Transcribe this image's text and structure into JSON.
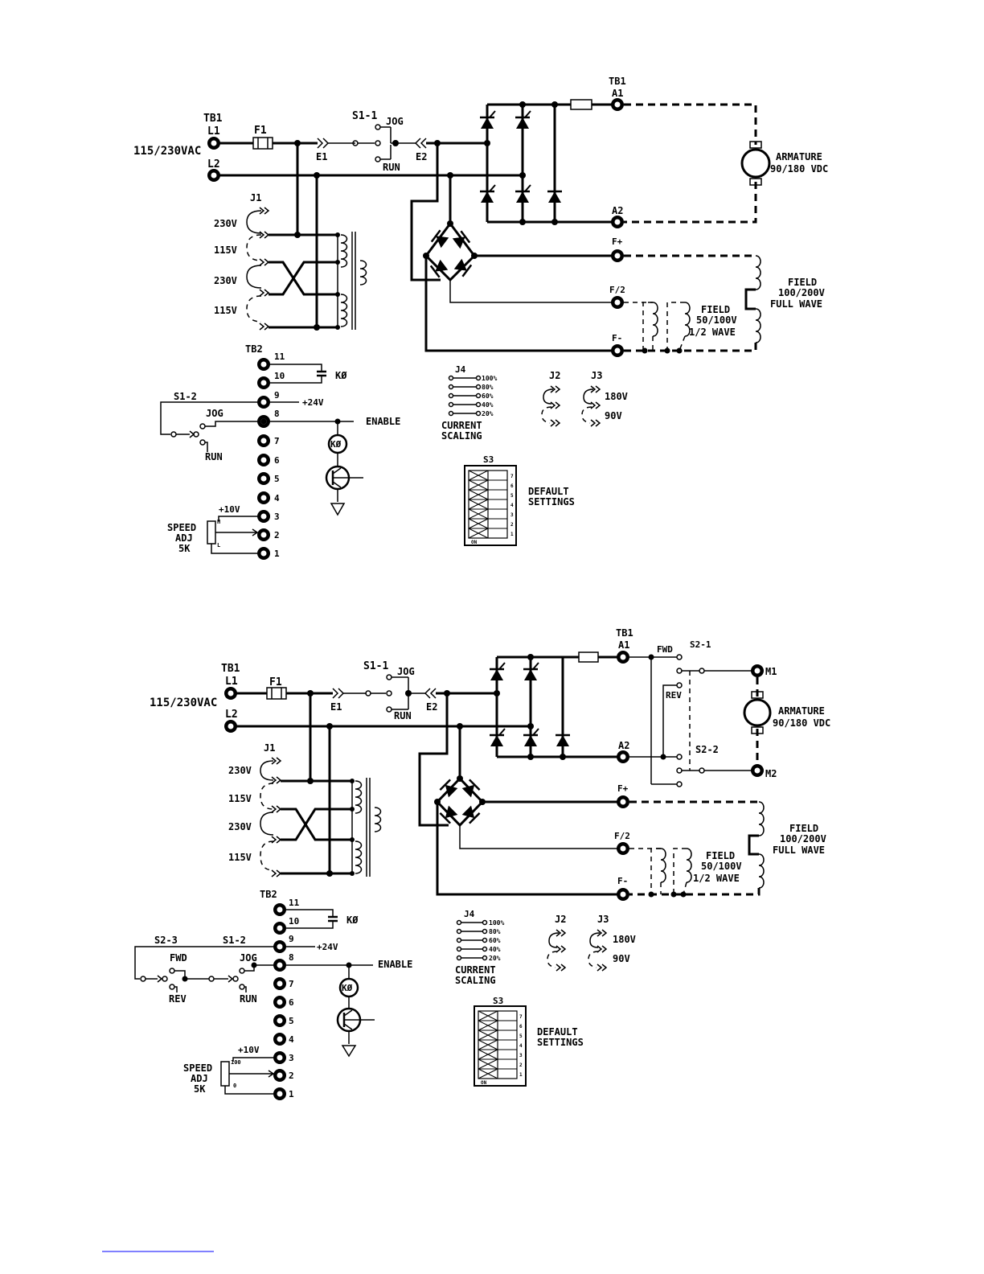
{
  "colors": {
    "ink": "#000000",
    "paper": "#ffffff",
    "link": "#0000ff"
  },
  "top": {
    "tb1_a": "TB1",
    "l1": "L1",
    "l2": "L2",
    "f1": "F1",
    "supply": "115/230VAC",
    "s1_1": "S1-1",
    "jog": "JOG",
    "run": "RUN",
    "e1": "E1",
    "e2": "E2",
    "tb1_b": "TB1",
    "a1": "A1",
    "a2": "A2",
    "armature": "ARMATURE",
    "armature_v": "90/180 VDC",
    "j1": "J1",
    "v230a": "230V",
    "v115a": "115V",
    "v230b": "230V",
    "v115b": "115V",
    "fplus": "F+",
    "fhalf": "F/2",
    "fminus": "F-",
    "field_full": "FIELD",
    "field_full_v": "100/200V",
    "field_full_w": "FULL WAVE",
    "field_half": "FIELD",
    "field_half_v": "50/100V",
    "field_half_w": "1/2 WAVE",
    "tb2": "TB2",
    "s1_2": "S1-2",
    "jog2": "JOG",
    "run2": "RUN",
    "plus24": "+24V",
    "enable": "ENABLE",
    "k0": "KØ",
    "k0b": "KØ",
    "plus10": "+10V",
    "speed": "SPEED",
    "adj": "ADJ",
    "pot": "5K",
    "pot_hi": "H",
    "pot_lo": "L",
    "terminals": [
      "11",
      "10",
      "9",
      "8",
      "7",
      "6",
      "5",
      "4",
      "3",
      "2",
      "1"
    ],
    "j4": "J4",
    "scaling": [
      "100%",
      "80%",
      "60%",
      "40%",
      "20%"
    ],
    "current": "CURRENT",
    "scaling_lbl": "SCALING",
    "j2": "J2",
    "j3": "J3",
    "v180": "180V",
    "v90": "90V",
    "s3": "S3",
    "s3_nums": [
      "7",
      "6",
      "5",
      "4",
      "3",
      "2",
      "1"
    ],
    "s3_on": "ON",
    "default": "DEFAULT",
    "settings": "SETTINGS"
  },
  "bottom": {
    "tb1_a": "TB1",
    "l1": "L1",
    "l2": "L2",
    "f1": "F1",
    "supply": "115/230VAC",
    "s1_1": "S1-1",
    "jog": "JOG",
    "run": "RUN",
    "e1": "E1",
    "e2": "E2",
    "tb1_b": "TB1",
    "a1": "A1",
    "a2": "A2",
    "fwd": "FWD",
    "s2_1": "S2-1",
    "rev": "REV",
    "s2_2": "S2-2",
    "m1": "M1",
    "m2": "M2",
    "armature": "ARMATURE",
    "armature_v": "90/180 VDC",
    "j1": "J1",
    "v230a": "230V",
    "v115a": "115V",
    "v230b": "230V",
    "v115b": "115V",
    "fplus": "F+",
    "fhalf": "F/2",
    "fminus": "F-",
    "field_full": "FIELD",
    "field_full_v": "100/200V",
    "field_full_w": "FULL WAVE",
    "field_half": "FIELD",
    "field_half_v": "50/100V",
    "field_half_w": "1/2 WAVE",
    "tb2": "TB2",
    "s2_3": "S2-3",
    "s1_2": "S1-2",
    "fwd2": "FWD",
    "rev2": "REV",
    "jog2": "JOG",
    "run2": "RUN",
    "plus24": "+24V",
    "enable": "ENABLE",
    "k0": "KØ",
    "k0b": "KØ",
    "plus10": "+10V",
    "speed": "SPEED",
    "adj": "ADJ",
    "pot": "5K",
    "pot_hi": "100",
    "pot_lo": "0",
    "terminals": [
      "11",
      "10",
      "9",
      "8",
      "7",
      "6",
      "5",
      "4",
      "3",
      "2",
      "1"
    ],
    "j4": "J4",
    "scaling": [
      "100%",
      "80%",
      "60%",
      "40%",
      "20%"
    ],
    "current": "CURRENT",
    "scaling_lbl": "SCALING",
    "j2": "J2",
    "j3": "J3",
    "v180": "180V",
    "v90": "90V",
    "s3": "S3",
    "s3_nums": [
      "7",
      "6",
      "5",
      "4",
      "3",
      "2",
      "1"
    ],
    "s3_on": "ON",
    "default": "DEFAULT",
    "settings": "SETTINGS"
  }
}
